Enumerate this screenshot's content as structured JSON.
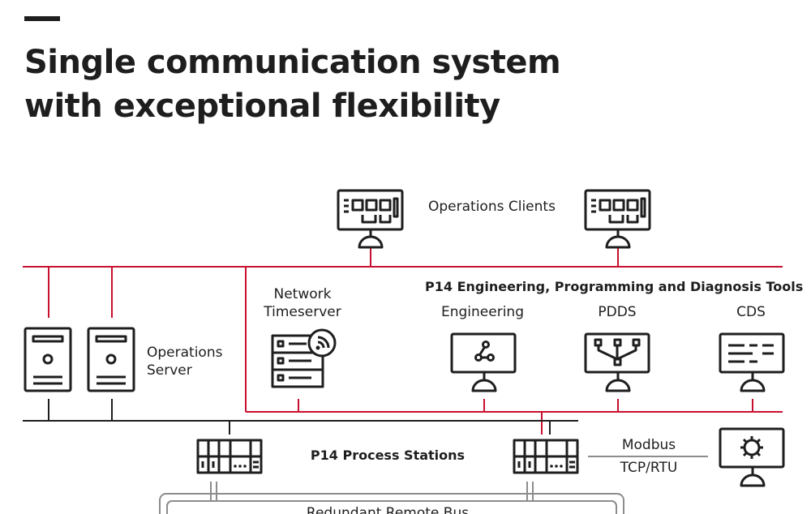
{
  "title": {
    "line1": "Single communication system",
    "line2": "with exceptional flexibility"
  },
  "labels": {
    "operations_clients": "Operations Clients",
    "tools_header": "P14 Engineering, Programming and Diagnosis Tools",
    "network_timeserver_line1": "Network",
    "network_timeserver_line2": "Timeserver",
    "engineering": "Engineering",
    "pdds": "PDDS",
    "cds": "CDS",
    "operations_server_line1": "Operations",
    "operations_server_line2": "Server",
    "process_stations": "P14 Process Stations",
    "modbus_line1": "Modbus",
    "modbus_line2": "TCP/RTU",
    "remote_bus": "Redundant Remote Bus"
  },
  "colors": {
    "network_line": "#c8102e",
    "ink": "#1e1e1e",
    "bus_line": "#8c8c8c"
  },
  "icons": {
    "client": "monitor-dashboard-icon",
    "server": "server-tower-icon",
    "timeserver": "timeserver-rack-icon",
    "engineering": "monitor-network-icon",
    "pdds": "monitor-tree-icon",
    "cds": "monitor-text-icon",
    "process_station": "controller-rack-icon",
    "modbus_device": "monitor-gear-icon"
  }
}
